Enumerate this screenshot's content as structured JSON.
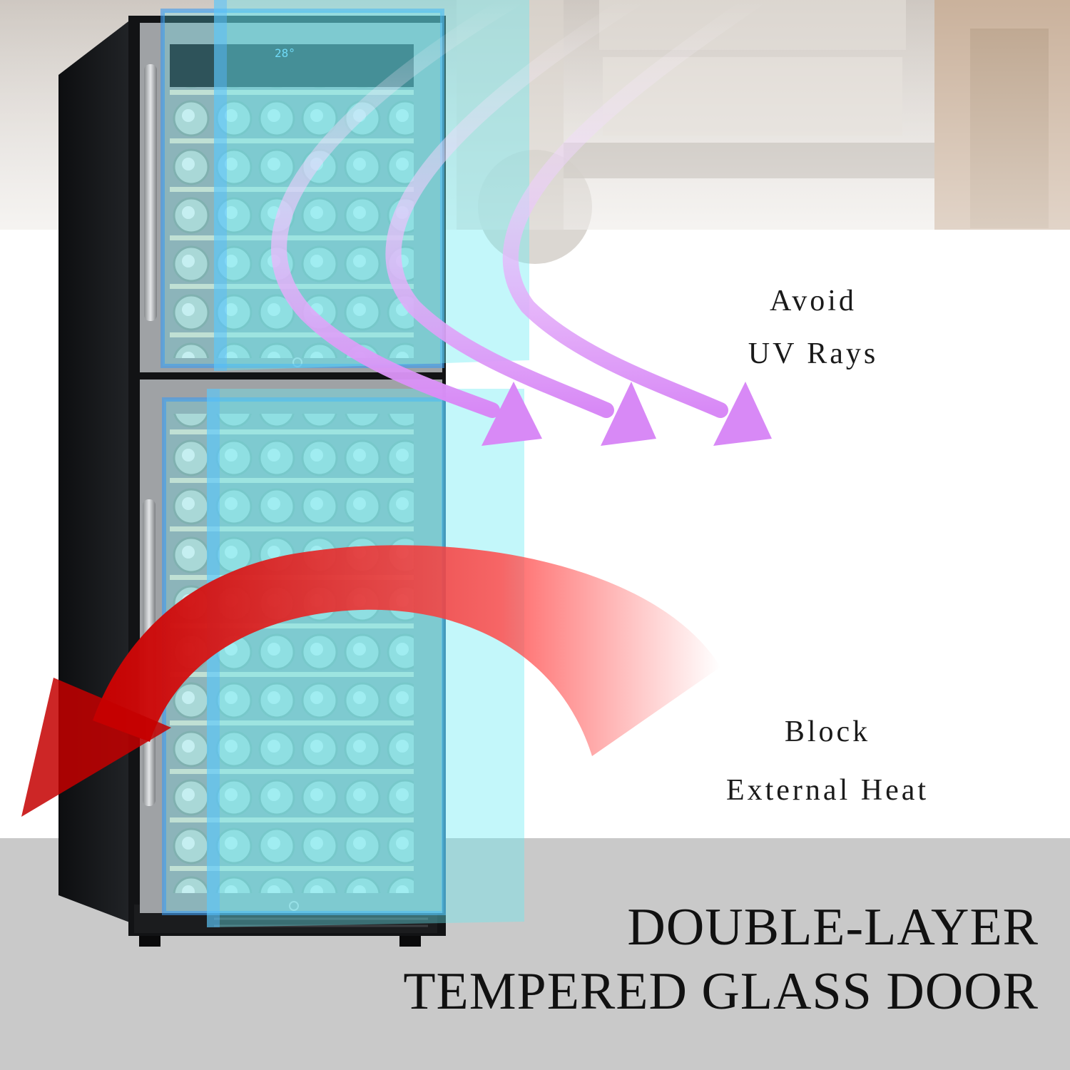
{
  "features": {
    "uv": {
      "line1": "Avoid",
      "line2": "UV Rays"
    },
    "heat": {
      "line1": "Block",
      "line2": "External Heat"
    }
  },
  "headline": {
    "line1": "DOUBLE-LAYER",
    "line2": "TEMPERED GLASS DOOR"
  },
  "display": {
    "temperature": "28°"
  },
  "colors": {
    "glass": "#5fe4f0",
    "uv_arrow": "#d98cf5",
    "heat_arrow": "#ff3b3b",
    "cabinet": "#15171a",
    "floor": "#c9c9c9"
  },
  "icons": [
    "uv-arrow-icon",
    "heat-arrow-icon",
    "lock-icon"
  ]
}
